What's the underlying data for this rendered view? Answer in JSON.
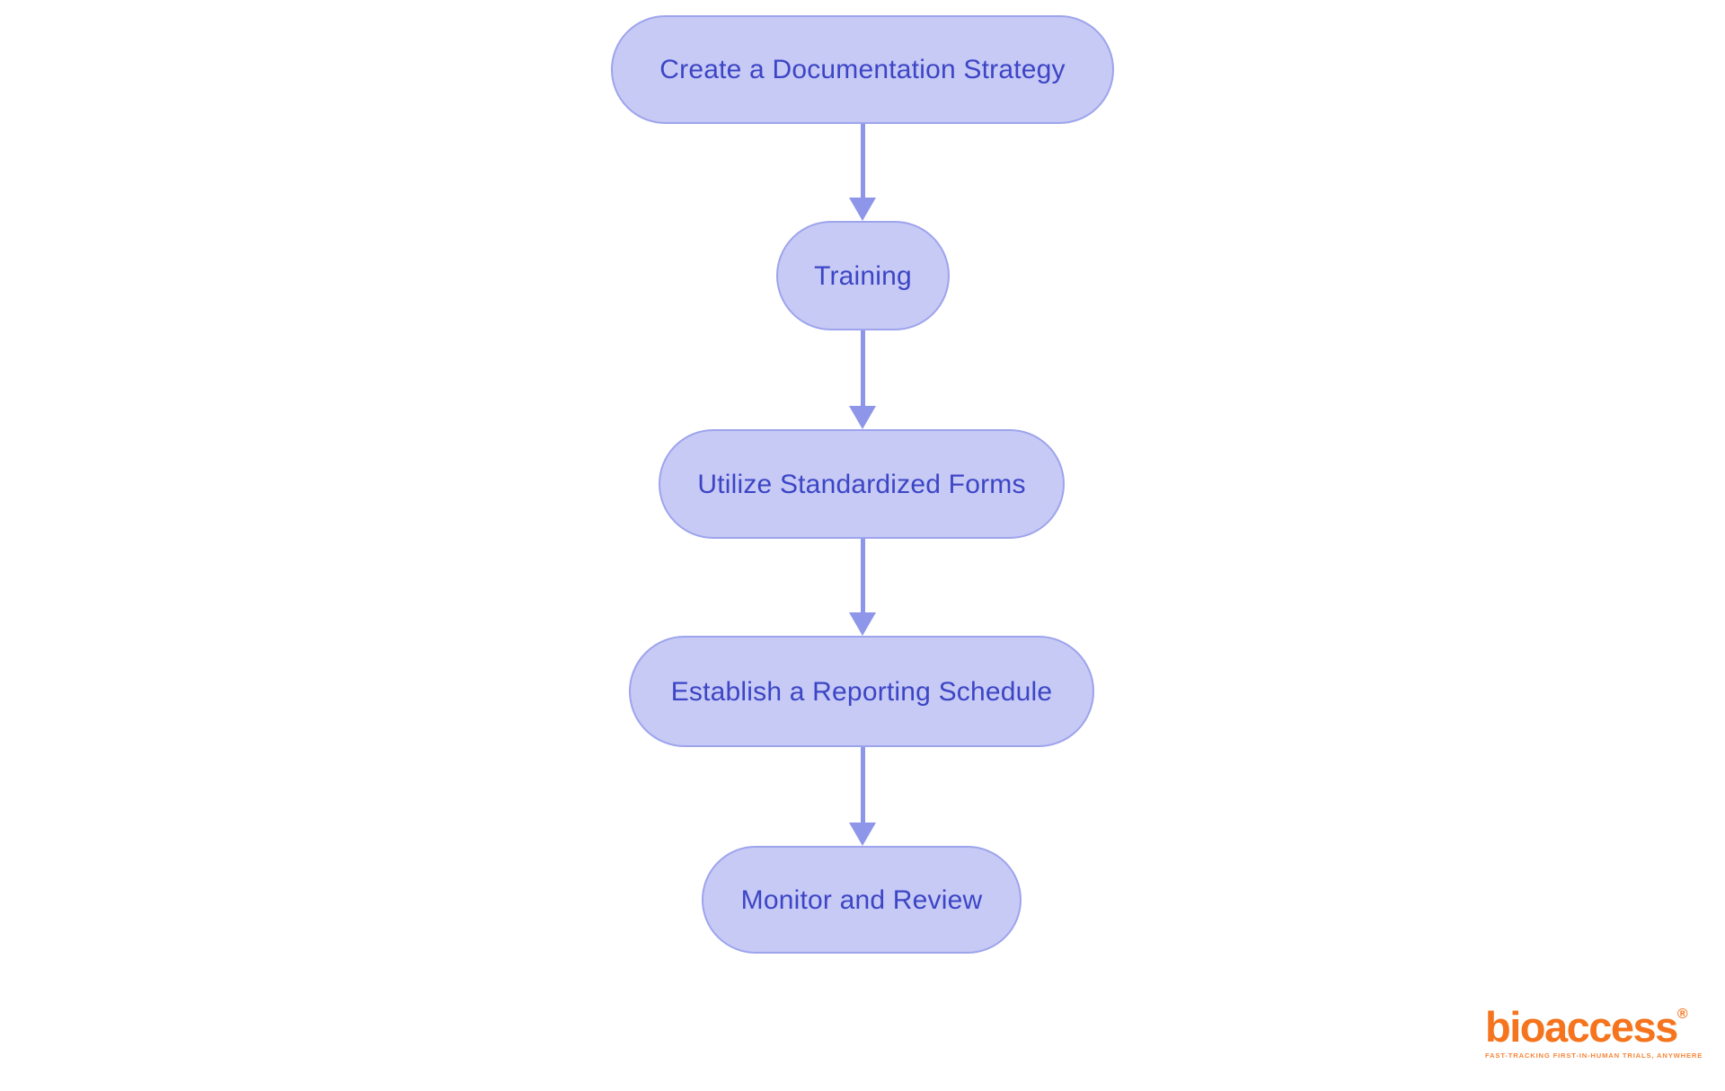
{
  "flowchart": {
    "type": "vertical-flow",
    "nodes": [
      {
        "id": "create-documentation-strategy",
        "label": "Create a Documentation Strategy"
      },
      {
        "id": "training",
        "label": "Training"
      },
      {
        "id": "utilize-standardized-forms",
        "label": "Utilize Standardized Forms"
      },
      {
        "id": "establish-reporting-schedule",
        "label": "Establish a Reporting Schedule"
      },
      {
        "id": "monitor-and-review",
        "label": "Monitor and Review"
      }
    ],
    "edges": [
      {
        "from": "create-documentation-strategy",
        "to": "training"
      },
      {
        "from": "training",
        "to": "utilize-standardized-forms"
      },
      {
        "from": "utilize-standardized-forms",
        "to": "establish-reporting-schedule"
      },
      {
        "from": "establish-reporting-schedule",
        "to": "monitor-and-review"
      }
    ],
    "colors": {
      "node_fill": "#c7caf5",
      "node_border": "#9da4ec",
      "node_text": "#3c45c5",
      "arrow": "#8e96e9",
      "background": "#ffffff"
    }
  },
  "logo": {
    "brand": "bioaccess",
    "registered_mark": "®",
    "tagline": "FAST-TRACKING FIRST-IN-HUMAN TRIALS, ANYWHERE",
    "color": "#f5741d"
  }
}
